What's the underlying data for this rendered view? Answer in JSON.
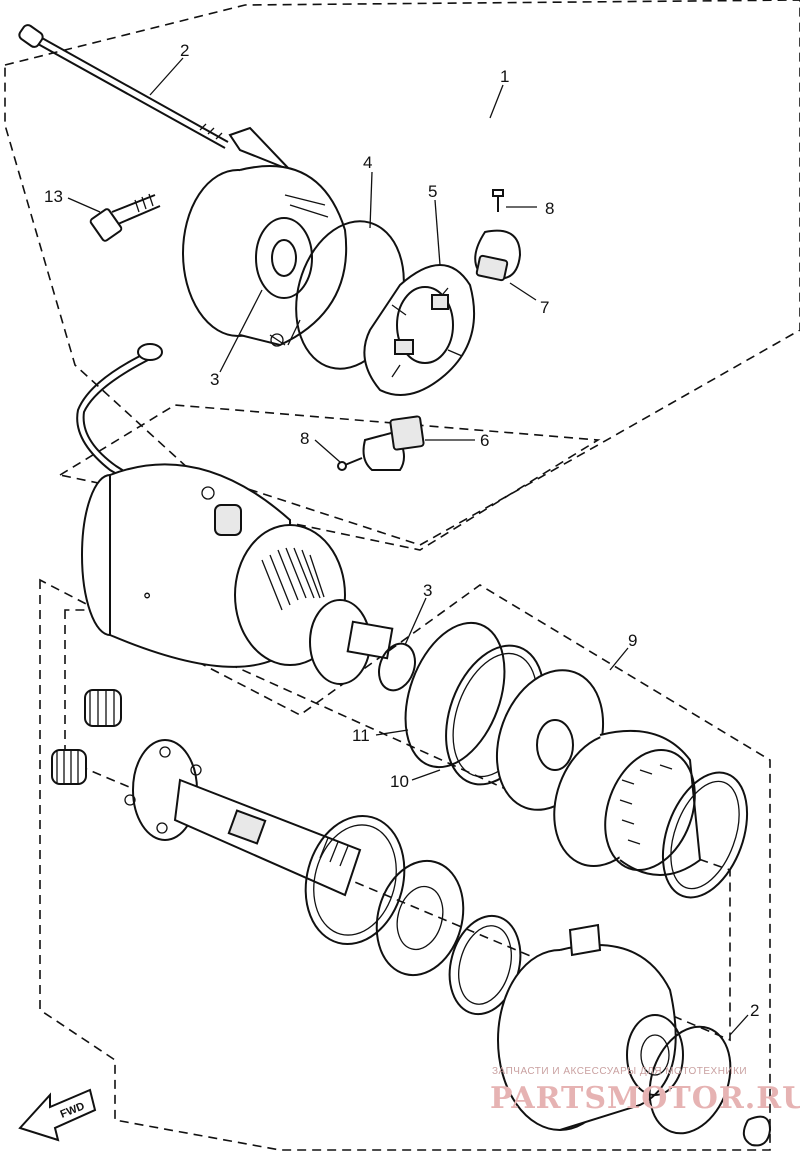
{
  "diagram": {
    "part_labels": [
      "1",
      "2",
      "3",
      "4",
      "5",
      "6",
      "7",
      "8",
      "8",
      "2",
      "13",
      "3",
      "9",
      "11",
      "10",
      "2"
    ],
    "direction_arrow_label": "FWD",
    "watermark": {
      "caption": "ЗАПЧАСТИ И АКСЕССУАРЫ ДЛЯ МОТОТЕХНИКИ",
      "site": "PARTSMOTOR.RU"
    }
  }
}
